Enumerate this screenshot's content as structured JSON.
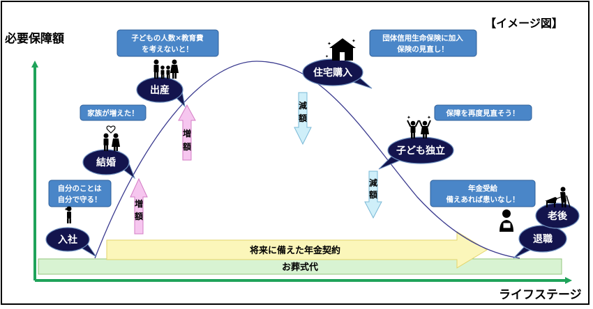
{
  "title_badge": "【イメージ図】",
  "axes": {
    "y_label": "必要保障額",
    "x_label": "ライフステージ",
    "color": "#1fa35a"
  },
  "bars": {
    "funeral": "お葬式代",
    "pension": "将来に備えた年金契約"
  },
  "stages": {
    "nyusha": "入社",
    "kekkon": "結婚",
    "shussan": "出産",
    "jutaku": "住宅購入",
    "dokuritsu": "子ども独立",
    "taishoku": "退職",
    "rougo": "老後"
  },
  "notes": {
    "nyusha": [
      "自分のことは",
      "自分で守る！"
    ],
    "kekkon": [
      "家族が増えた！"
    ],
    "shussan": [
      "子どもの人数×教育費",
      "を考えないと！"
    ],
    "jutaku": [
      "団体信用生命保険に加入",
      "保険の見直し！"
    ],
    "dokuritsu": [
      "保障を再度見直そう！"
    ],
    "rougo": [
      "年金受給",
      "備えあれば患いなし！"
    ]
  },
  "arrows": {
    "up1": [
      "増",
      "額"
    ],
    "up2": [
      "増",
      "額"
    ],
    "down1": [
      "減",
      "額"
    ],
    "down2": [
      "減",
      "額"
    ]
  },
  "icons": [
    "person-icon",
    "couple-heart-icon",
    "family-icon",
    "house-icon",
    "celebrating-people-icon",
    "reading-person-icon",
    "walking-with-cane-icon"
  ],
  "colors": {
    "stage_bubble": "#13144d",
    "note_box": "#4a86c8",
    "up_arrow": "#f6c6ef",
    "down_arrow": "#cfeff9",
    "funeral_bar": "#d8f3d2",
    "pension_arrow": "#fbf6ba",
    "curve": "#3b3b8f"
  }
}
